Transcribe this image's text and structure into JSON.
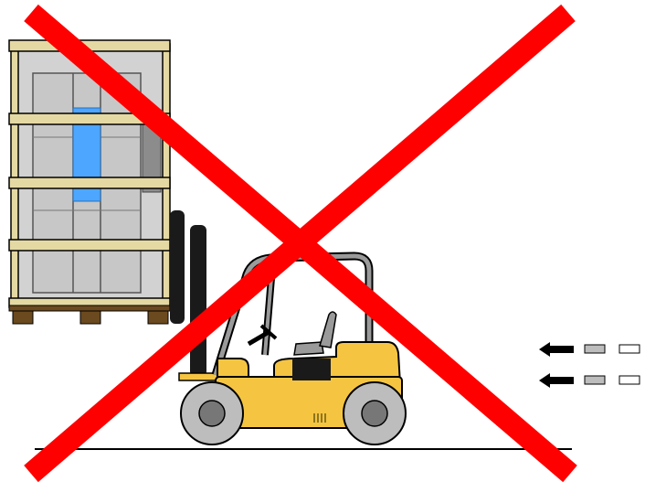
{
  "diagram": {
    "meaning": "prohibited",
    "symbols": {
      "prohibition_mark": "red-x",
      "motion_indicator": "arrow-left-with-dashes",
      "motion_indicator_count": 2
    },
    "colors": {
      "background": "#ffffff",
      "prohibition_red": "#ff0000",
      "crate_wood": "#e5d9a3",
      "crate_outline": "#000000",
      "appliance_gray": "#d2d2d2",
      "appliance_panel_blue": "#4da6ff",
      "pallet_brown": "#6b4a1f",
      "forklift_yellow": "#f5c542",
      "forklift_dark": "#2b2b2b",
      "tire_gray": "#bdbdbd",
      "ground_line": "#000000"
    }
  }
}
